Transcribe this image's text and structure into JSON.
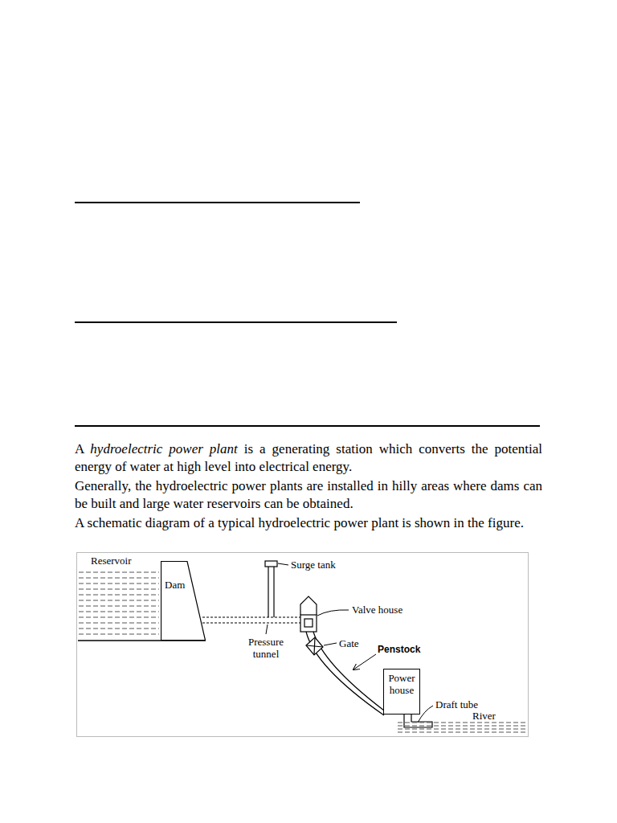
{
  "diagram": {
    "nodes": [
      {
        "text": [
          "Dam"
        ]
      },
      {
        "text": [
          "Power house"
        ]
      }
    ],
    "labels": [
      "A",
      "hydroelectric power plant",
      "is a generating station which converts the potential energy of water at high level into electrical energy.",
      "Generally, the hydroelectric power plants are installed in hilly areas where dams can be built and large water reservoirs can be obtained.",
      "A schematic diagram of a typical hydroelectric power plant is shown in the figure.",
      "Reservoir",
      "Surge tank",
      "Valve house",
      "Pressure tunnel",
      "Gate",
      "Penstock",
      "Draft tube",
      "River"
    ]
  }
}
